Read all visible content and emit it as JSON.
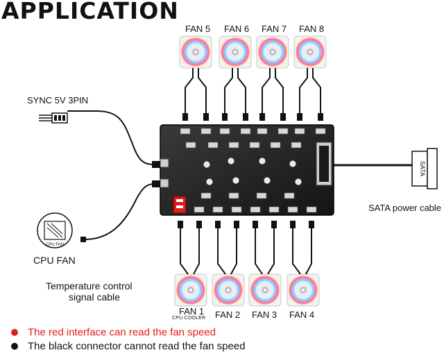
{
  "title": "APPLICATION",
  "top_fans": [
    "FAN 5",
    "FAN 6",
    "FAN 7",
    "FAN 8"
  ],
  "bottom_fans": [
    "FAN 1",
    "FAN 2",
    "FAN 3",
    "FAN 4"
  ],
  "fan1_sub": "CPU COOLER",
  "sync_label": "SYNC 5V 3PIN",
  "sata_label": "SATA power cable",
  "sata_plug_text": "SATA",
  "cpu_fan_label": "CPU FAN",
  "cpu_fan_icon_text": "CPU FAN",
  "temp_label_line1": "Temperature control",
  "temp_label_line2": "signal cable",
  "legend": [
    {
      "text": "The red interface can read the fan speed",
      "color": "#e21b1b"
    },
    {
      "text": "The black connector cannot read the fan speed",
      "color": "#111111"
    }
  ]
}
